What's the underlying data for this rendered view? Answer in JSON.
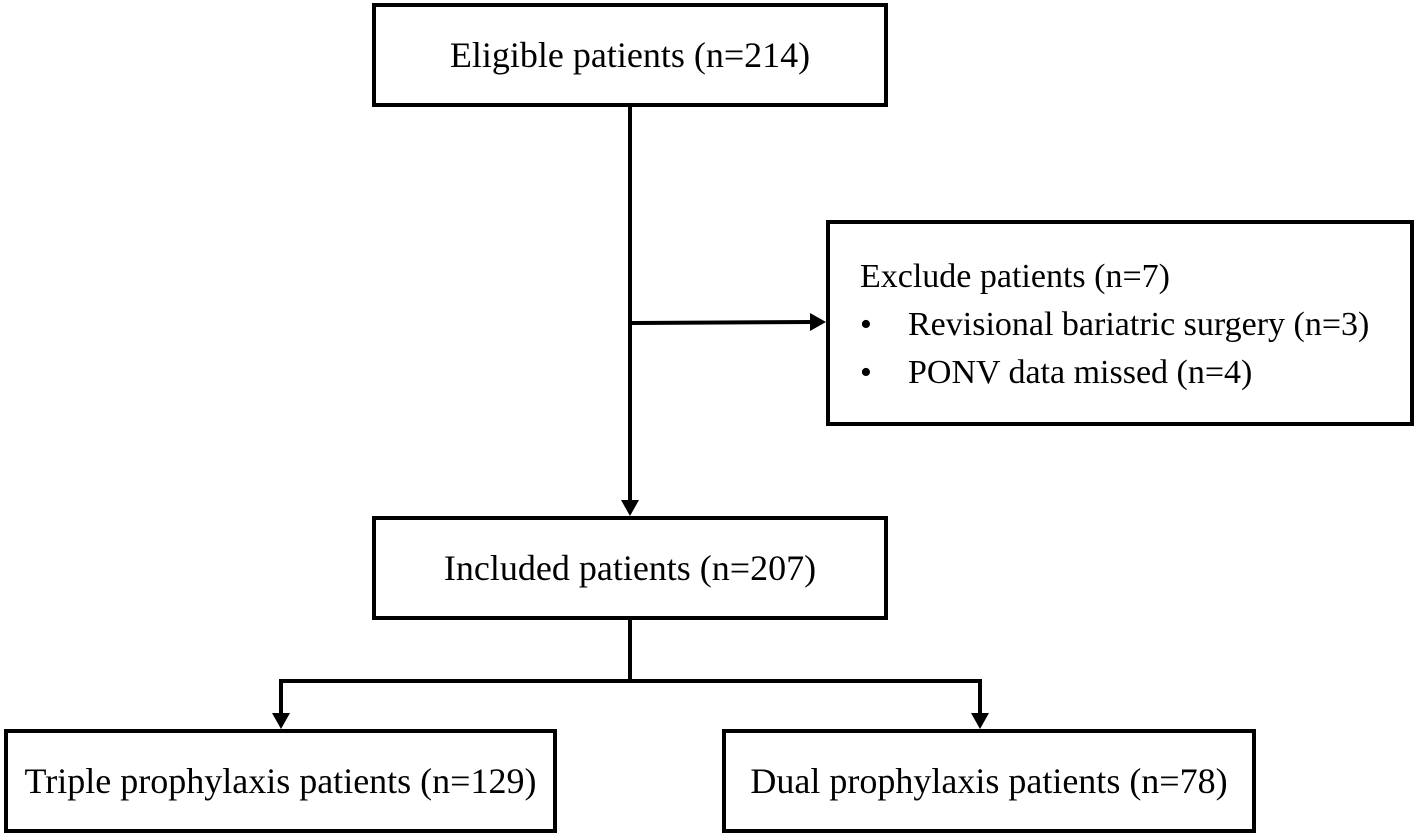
{
  "flowchart": {
    "eligible": {
      "label": "Eligible patients (n=214)"
    },
    "exclude": {
      "title": "Exclude patients (n=7)",
      "items": [
        {
          "bullet": "•",
          "label": "Revisional bariatric surgery (n=3)"
        },
        {
          "bullet": "•",
          "label": "PONV data missed (n=4)"
        }
      ]
    },
    "included": {
      "label": "Included patients (n=207)"
    },
    "triple": {
      "label": "Triple prophylaxis patients (n=129)"
    },
    "dual": {
      "label": "Dual prophylaxis patients (n=78)"
    }
  }
}
